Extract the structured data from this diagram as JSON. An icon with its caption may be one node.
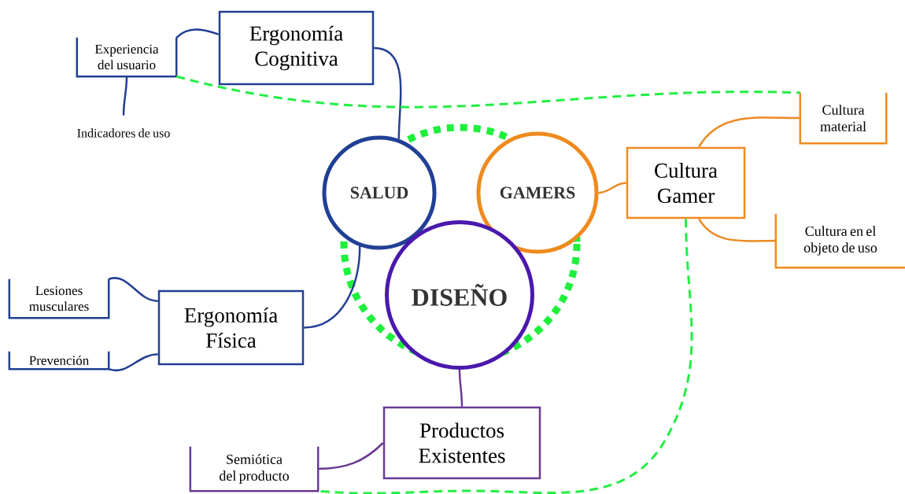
{
  "diagram": {
    "nodes": [
      {
        "text": [
          "Ergonomía Cognitiva"
        ]
      },
      {
        "text": [
          "Experiencia del usuario"
        ]
      },
      {
        "text": [
          "Indicadores de uso"
        ]
      },
      {
        "text": [
          "Cultura material"
        ]
      },
      {
        "text": [
          "SALUD"
        ]
      },
      {
        "text": [
          "GAMERS"
        ]
      },
      {
        "text": [
          "Cultura Gamer"
        ]
      },
      {
        "text": [
          "Cultura en el objeto de uso"
        ]
      },
      {
        "text": [
          "Lesiones musculares"
        ]
      },
      {
        "text": [
          "DISEÑO"
        ]
      },
      {
        "text": [
          "Ergonomía Física"
        ]
      },
      {
        "text": [
          "Prevención"
        ]
      },
      {
        "text": [
          "Productos Existentes"
        ]
      },
      {
        "text": [
          "Semiótica del producto"
        ]
      }
    ],
    "edges": [
      {
        "from": 0,
        "to": 4,
        "arrow": "none",
        "color": "#233f94"
      },
      {
        "from": 1,
        "to": 0,
        "arrow": "none",
        "color": "#233f94"
      },
      {
        "from": 1,
        "to": 2,
        "arrow": "none",
        "color": "#233f94"
      },
      {
        "from": 10,
        "to": 4,
        "arrow": "none",
        "color": "#233f94"
      },
      {
        "from": 8,
        "to": 10,
        "arrow": "none",
        "color": "#233f94"
      },
      {
        "from": 11,
        "to": 10,
        "arrow": "none",
        "color": "#233f94"
      },
      {
        "from": 6,
        "to": 5,
        "arrow": "none",
        "color": "#ec8a22"
      },
      {
        "from": 3,
        "to": 6,
        "arrow": "none",
        "color": "#ec8a22"
      },
      {
        "from": 7,
        "to": 6,
        "arrow": "none",
        "color": "#ec8a22"
      },
      {
        "from": 9,
        "to": 12,
        "arrow": "none",
        "color": "#6a3a94"
      },
      {
        "from": 13,
        "to": 12,
        "arrow": "none",
        "color": "#6a3a94"
      },
      {
        "from": 1,
        "to": 3,
        "arrow": "none",
        "style": "dashed",
        "color": "#22ee44"
      },
      {
        "from": 6,
        "to": 13,
        "arrow": "none",
        "style": "dashed",
        "color": "#22ee44"
      }
    ]
  }
}
